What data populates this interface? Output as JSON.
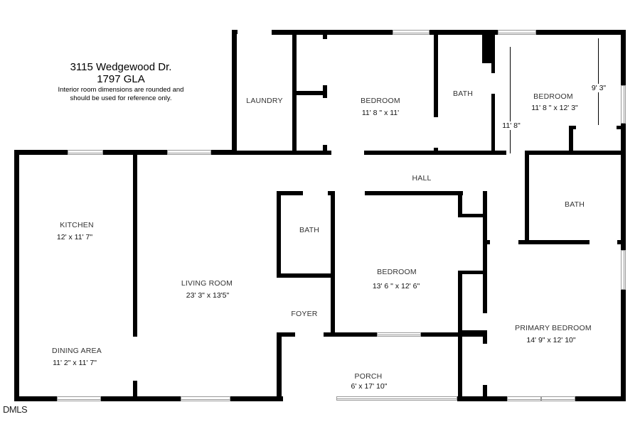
{
  "header": {
    "address": "3115 Wedgewood Dr.",
    "gla": "1797 GLA",
    "note_line1": "Interior room dimensions are rounded and",
    "note_line2": "should be used for reference only."
  },
  "rooms": {
    "laundry": {
      "name": "LAUNDRY",
      "dims": ""
    },
    "bedroom_top_left": {
      "name": "BEDROOM",
      "dims": "11' 8 \" x 11'"
    },
    "bath_top": {
      "name": "BATH",
      "dims": ""
    },
    "bedroom_top_right": {
      "name": "BEDROOM",
      "dims": "11' 8 \" x 12' 3\"",
      "dim_vertical_left": "11' 8\"",
      "dim_vertical_right": "9' 3\""
    },
    "hall": {
      "name": "HALL",
      "dims": ""
    },
    "bath_right": {
      "name": "BATH",
      "dims": ""
    },
    "kitchen": {
      "name": "KITCHEN",
      "dims": "12' x 11' 7\""
    },
    "dining_area": {
      "name": "DINING AREA",
      "dims": "11' 2\" x 11' 7\""
    },
    "living_room": {
      "name": "LIVING ROOM",
      "dims": "23' 3\" x 13'5\""
    },
    "bath_center": {
      "name": "BATH",
      "dims": ""
    },
    "foyer": {
      "name": "FOYER",
      "dims": ""
    },
    "bedroom_center": {
      "name": "BEDROOM",
      "dims": "13' 6 \" x 12' 6\""
    },
    "porch": {
      "name": "PORCH",
      "dims": "6' x 17' 10\""
    },
    "primary_bedroom": {
      "name": "PRIMARY BEDROOM",
      "dims": "14' 9\" x 12' 10\""
    }
  },
  "watermark": "DMLS",
  "colors": {
    "wall": "#000000",
    "window": "#999999",
    "background": "#ffffff"
  }
}
